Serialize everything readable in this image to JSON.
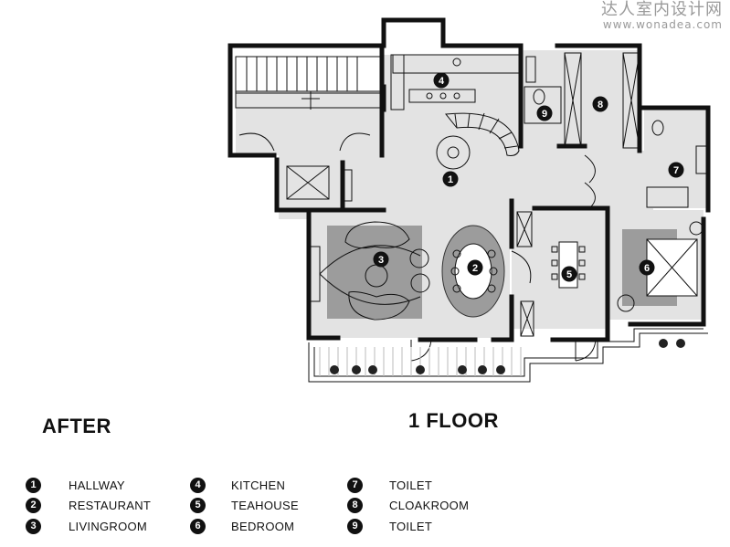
{
  "watermark": {
    "text": "达人室内设计网",
    "url": "www.wonadea.com"
  },
  "labels": {
    "after": "AFTER",
    "floor": "1 FLOOR"
  },
  "rooms": [
    {
      "num": "1",
      "name": "HALLWAY"
    },
    {
      "num": "2",
      "name": "RESTAURANT"
    },
    {
      "num": "3",
      "name": "LIVINGROOM"
    },
    {
      "num": "4",
      "name": "KITCHEN"
    },
    {
      "num": "5",
      "name": "TEAHOUSE"
    },
    {
      "num": "6",
      "name": "BEDROOM"
    },
    {
      "num": "7",
      "name": "TOILET"
    },
    {
      "num": "8",
      "name": "CLOAKROOM"
    },
    {
      "num": "9",
      "name": "TOILET"
    }
  ],
  "colors": {
    "wall": "#111111",
    "floor_fill": "#e3e3e3",
    "rug": "#9c9c9c",
    "marker": "#111111"
  }
}
